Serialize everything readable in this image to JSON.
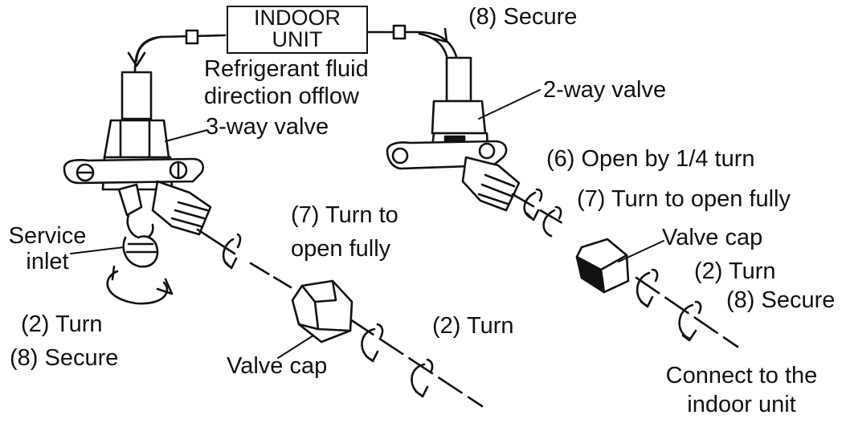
{
  "indoor_unit": {
    "line1": "INDOOR",
    "line2": "UNIT"
  },
  "labels": {
    "secure_top": "(8) Secure",
    "refrigerant_1": "Refrigerant fluid",
    "refrigerant_2": "direction offlow",
    "three_way": "3-way valve",
    "two_way": "2-way valve",
    "open_quarter": "(6) Open by 1/4 turn",
    "turn_open_right": "(7) Turn to open fully",
    "valve_cap_right": "Valve cap",
    "turn_right": "(2) Turn",
    "secure_right": "(8) Secure",
    "connect_1": "Connect to the",
    "connect_2": "indoor unit",
    "service_1": "Service",
    "service_2": "inlet",
    "turn_open_mid_1": "(7) Turn to",
    "turn_open_mid_2": "open fully",
    "turn_left": "(2) Turn",
    "secure_left": "(8) Secure",
    "valve_cap_mid": "Valve cap",
    "turn_mid": "(2) Turn"
  },
  "colors": {
    "ink": "#111111",
    "paper": "#ffffff"
  }
}
